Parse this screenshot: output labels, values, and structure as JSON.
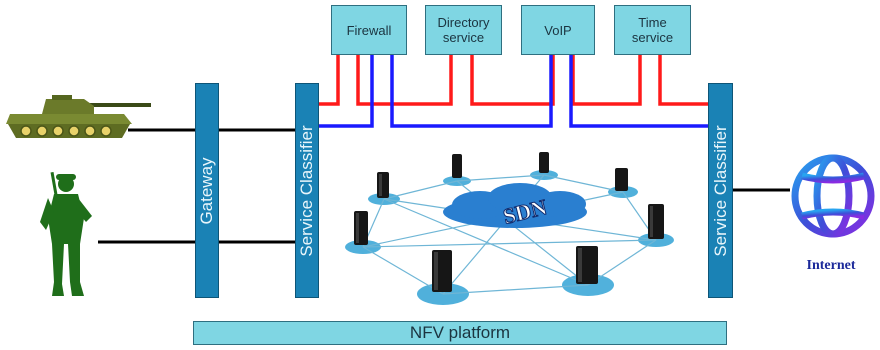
{
  "services": [
    {
      "label": "Firewall"
    },
    {
      "label": "Directory service"
    },
    {
      "label": "VoIP"
    },
    {
      "label": "Time service"
    }
  ],
  "gateway": {
    "label": "Gateway"
  },
  "classifier_left": {
    "label": "Service Classifier"
  },
  "classifier_right": {
    "label": "Service Classifier"
  },
  "sdn": {
    "label": "SDN"
  },
  "internet": {
    "label": "Internet"
  },
  "nfv": {
    "label": "NFV platform"
  },
  "colors": {
    "box_fill": "#7fd6e3",
    "bar_fill": "#1a82b5",
    "path_red": "#ff1a1a",
    "path_blue": "#1a1aff",
    "soldier_green": "#1f6e1a",
    "sdn_cloud": "#2a7fd0"
  },
  "icons": [
    "tank-icon",
    "soldier-icon",
    "globe-icon",
    "server-icon",
    "cloud-icon"
  ]
}
